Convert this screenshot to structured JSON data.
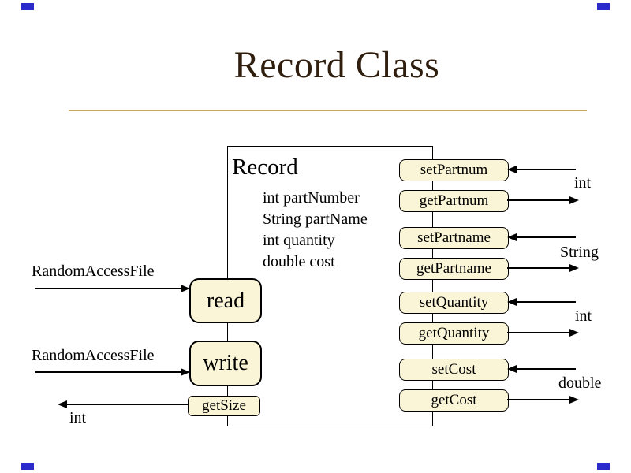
{
  "title": "Record Class",
  "record": {
    "name": "Record",
    "fields": [
      "int partNumber",
      "String partName",
      "int quantity",
      "double cost"
    ]
  },
  "left": {
    "read_label": "read",
    "write_label": "write",
    "getsize_label": "getSize",
    "read_param": "RandomAccessFile",
    "write_param": "RandomAccessFile",
    "getsize_return": "int"
  },
  "right": {
    "methods": [
      "setPartnum",
      "getPartnum",
      "setPartname",
      "getPartname",
      "setQuantity",
      "getQuantity",
      "setCost",
      "getCost"
    ],
    "types": [
      "int",
      "String",
      "int",
      "double"
    ]
  },
  "colors": {
    "title_text": "#2F1E0E",
    "separator": "#C4A85E",
    "box_fill": "#FAF5D6",
    "corner_mark": "#2B2BCC"
  }
}
